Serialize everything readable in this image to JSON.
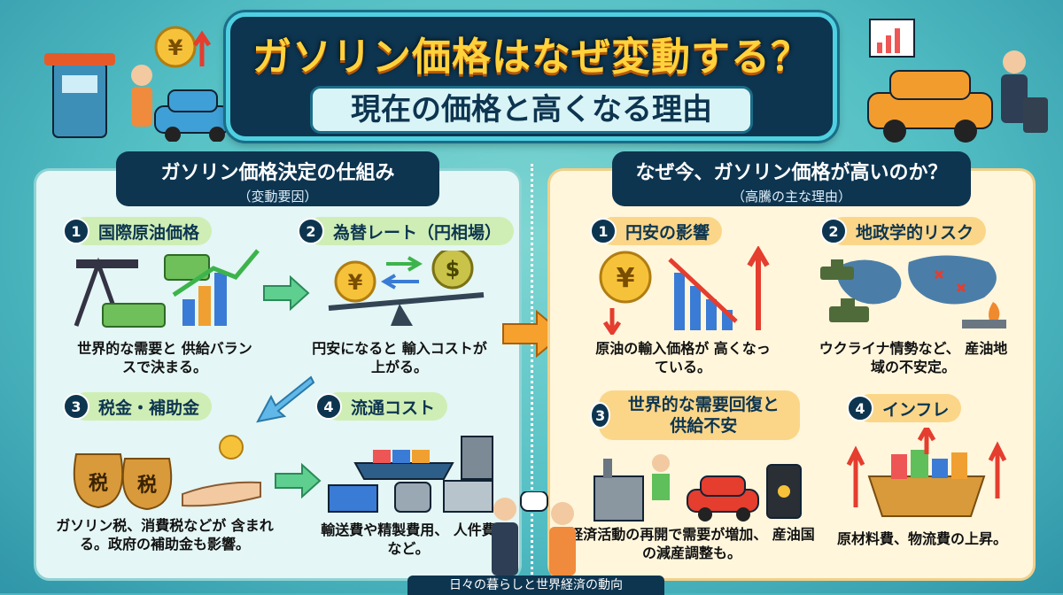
{
  "title": {
    "main": "ガソリン価格はなぜ変動する？",
    "sub": "現在の価格と高くなる理由"
  },
  "left_panel": {
    "heading": "ガソリン価格決定の仕組み",
    "subheading": "（変動要因）",
    "items": [
      {
        "num": "1",
        "label": "国際原油価格",
        "desc": "世界的な需要と 供給バランスで決まる。"
      },
      {
        "num": "2",
        "label": "為替レート（円相場）",
        "desc": "円安になると 輸入コストが上がる。"
      },
      {
        "num": "3",
        "label": "税金・補助金",
        "desc": "ガソリン税、消費税などが 含まれる。政府の補助金も影響。"
      },
      {
        "num": "4",
        "label": "流通コスト",
        "desc": "輸送費や精製費用、 人件費など。"
      }
    ]
  },
  "right_panel": {
    "heading": "なぜ今、ガソリン価格が高いのか？",
    "subheading": "（高騰の主な理由）",
    "items": [
      {
        "num": "1",
        "label": "円安の影響",
        "desc": "原油の輸入価格が 高くなっている。"
      },
      {
        "num": "2",
        "label": "地政学的リスク",
        "desc": "ウクライナ情勢など、 産油地域の不安定。"
      },
      {
        "num": "3",
        "label": "世界的な需要回復と 供給不安",
        "desc": "経済活動の再開で需要が増加、 産油国の減産調整も。"
      },
      {
        "num": "4",
        "label": "インフレ",
        "desc": "原材料費、物流費の上昇。"
      }
    ]
  },
  "art_text": {
    "yen": "¥",
    "dollar": "$",
    "tax1": "税",
    "tax2": "税"
  },
  "footer": "日々の暮らしと世界経済の動向",
  "colors": {
    "navy": "#0d3550",
    "gold": "#ffd23c",
    "green_tag": "#cfeeb5",
    "orange_tag": "#fbd689",
    "teal_bg": "#53bfc4"
  }
}
